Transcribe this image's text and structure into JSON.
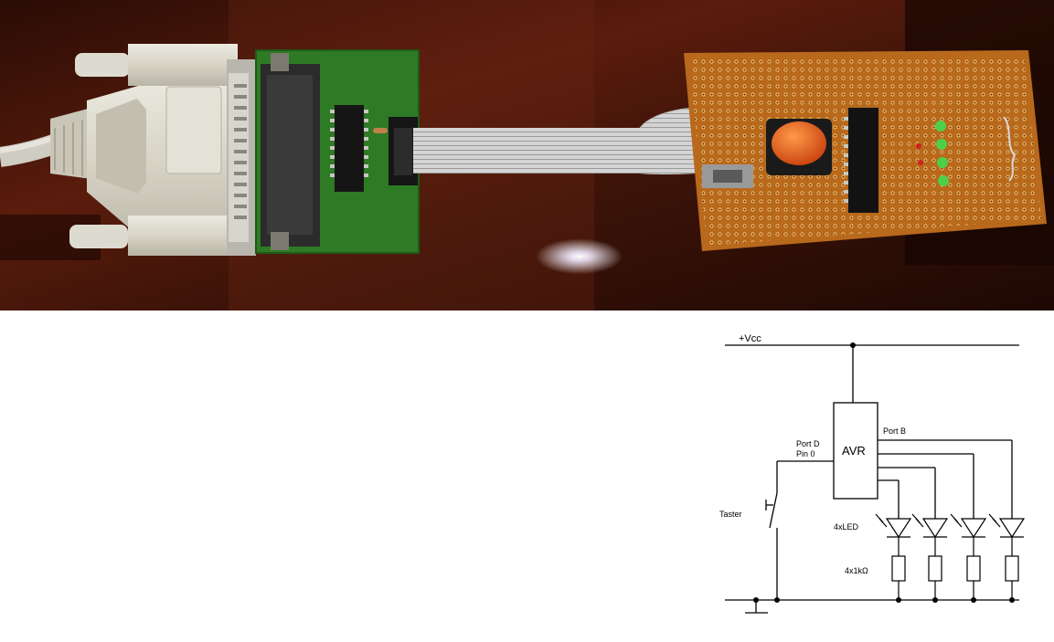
{
  "photo": {
    "subject": "AVR programmer board with parallel port connector and ribbon cable to perfboard with microcontroller, push button and LEDs"
  },
  "schematic": {
    "supply_label": "+Vcc",
    "chip_label": "AVR",
    "port_b_label": "Port B",
    "port_d_label": "Port D",
    "pin_label": "Pin 0",
    "switch_label": "Taster",
    "led_label": "4xLED",
    "resistor_label": "4x1kΩ"
  },
  "colors": {
    "pcb_green": "#2f7a25",
    "perfboard": "#b86a1e",
    "button_red": "#e0561c",
    "led_green": "#4cd04a",
    "connector_beige": "#d9d6c8",
    "table_brown": "#3a1208"
  }
}
